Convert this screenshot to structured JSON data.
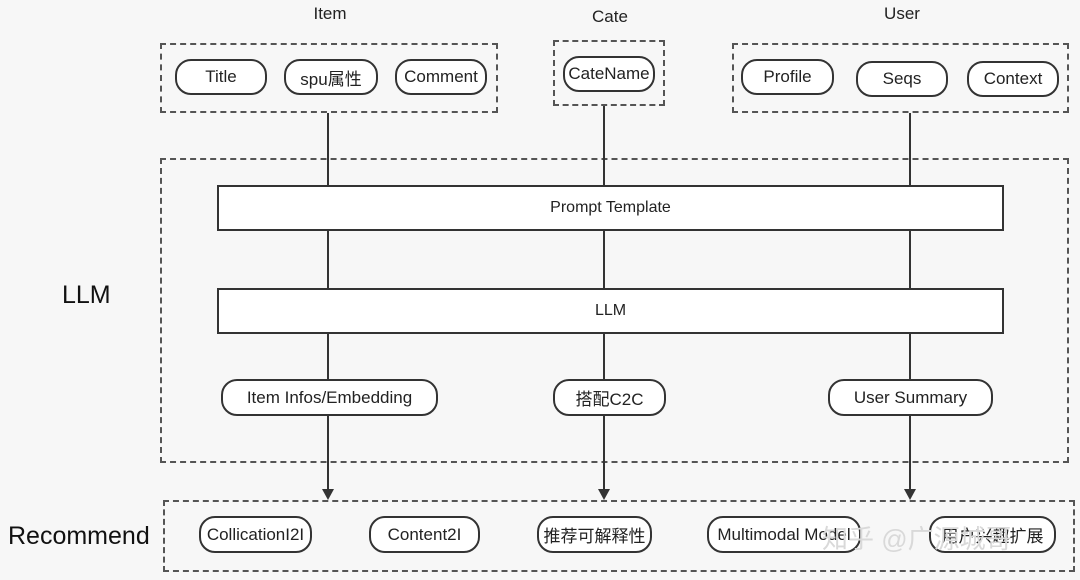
{
  "groups": {
    "item": {
      "label": "Item",
      "fields": [
        "Title",
        "spu属性",
        "Comment"
      ]
    },
    "cate": {
      "label": "Cate",
      "fields": [
        "CateName"
      ]
    },
    "user": {
      "label": "User",
      "fields": [
        "Profile",
        "Seqs",
        "Context"
      ]
    }
  },
  "llm": {
    "section_label": "LLM",
    "prompt_bar": "Prompt Template",
    "model_bar": "LLM",
    "outputs": [
      "Item Infos/Embedding",
      "搭配C2C",
      "User Summary"
    ]
  },
  "recommend": {
    "section_label": "Recommend",
    "items": [
      "CollicationI2I",
      "Content2I",
      "推荐可解释性",
      "Multimodal Model",
      "用户兴趣扩展"
    ]
  },
  "watermark": "知乎 @广源城哥"
}
